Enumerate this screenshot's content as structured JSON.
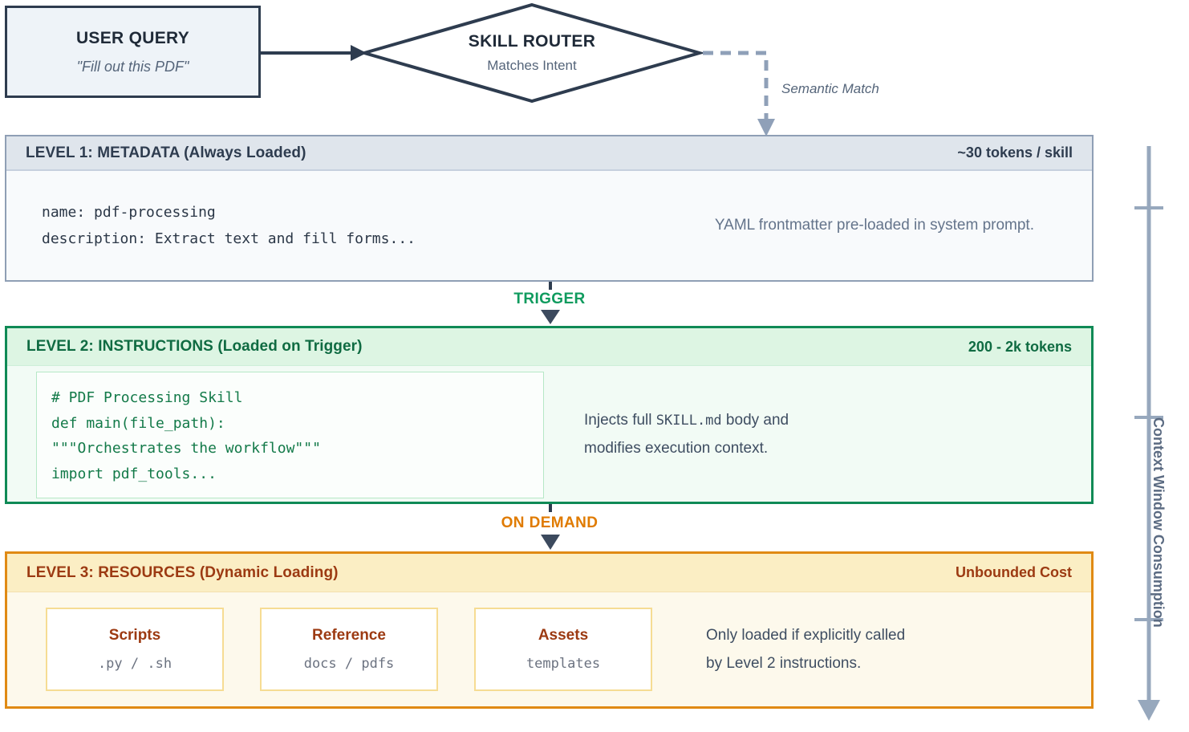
{
  "flow": {
    "user_query": {
      "title": "USER QUERY",
      "subtitle": "\"Fill out this PDF\""
    },
    "router": {
      "title": "SKILL ROUTER",
      "subtitle": "Matches Intent"
    },
    "semantic_match_label": "Semantic Match",
    "trigger_label": "TRIGGER",
    "on_demand_label": "ON DEMAND"
  },
  "levels": {
    "level1": {
      "title": "LEVEL 1: METADATA (Always Loaded)",
      "cost": "~30 tokens / skill",
      "code": "name: pdf-processing\ndescription: Extract text and fill forms...",
      "note": "YAML frontmatter pre-loaded in system prompt."
    },
    "level2": {
      "title": "LEVEL 2: INSTRUCTIONS (Loaded on Trigger)",
      "cost": "200 - 2k tokens",
      "code": "# PDF Processing Skill\ndef main(file_path):\n\"\"\"Orchestrates the workflow\"\"\"\nimport pdf_tools...",
      "note_pre": "Injects full ",
      "note_code": "SKILL.md",
      "note_post": " body and",
      "note_line2": "modifies execution context."
    },
    "level3": {
      "title": "LEVEL 3: RESOURCES (Dynamic Loading)",
      "cost": "Unbounded Cost",
      "cards": [
        {
          "title": "Scripts",
          "sub": ".py / .sh"
        },
        {
          "title": "Reference",
          "sub": "docs / pdfs"
        },
        {
          "title": "Assets",
          "sub": "templates"
        }
      ],
      "note_line1": "Only loaded if explicitly called",
      "note_line2": "by Level 2 instructions."
    }
  },
  "axis": {
    "label": "Context Window Consumption"
  },
  "colors": {
    "dark_navy": "#2e3c4f",
    "muted_blue": "#55657a",
    "level1_border": "#8f9fb5",
    "level1_header": "#dfe5ec",
    "green": "#0f8a56",
    "green_header": "#ddf5e3",
    "trigger_green": "#0f9b5e",
    "orange": "#e08a14",
    "orange_header": "#fbeec4",
    "on_demand_orange": "#e07b00",
    "level3_title": "#9c3a12",
    "axis_blue": "#97a8bd"
  }
}
